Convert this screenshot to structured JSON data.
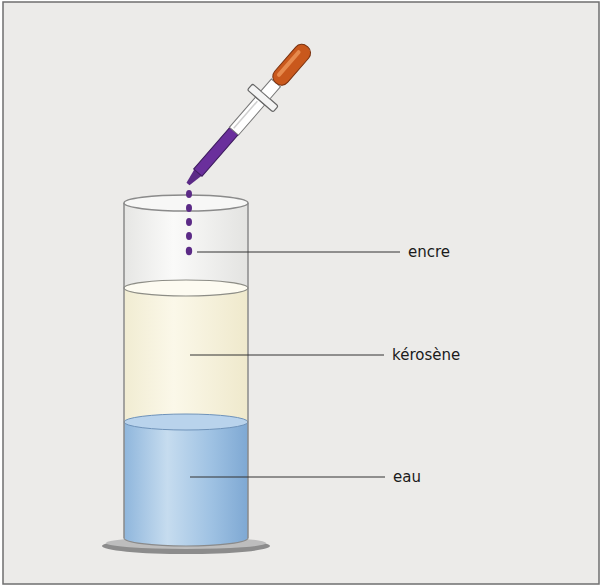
{
  "diagram": {
    "labels": [
      "encre",
      "kérosène",
      "eau"
    ]
  }
}
